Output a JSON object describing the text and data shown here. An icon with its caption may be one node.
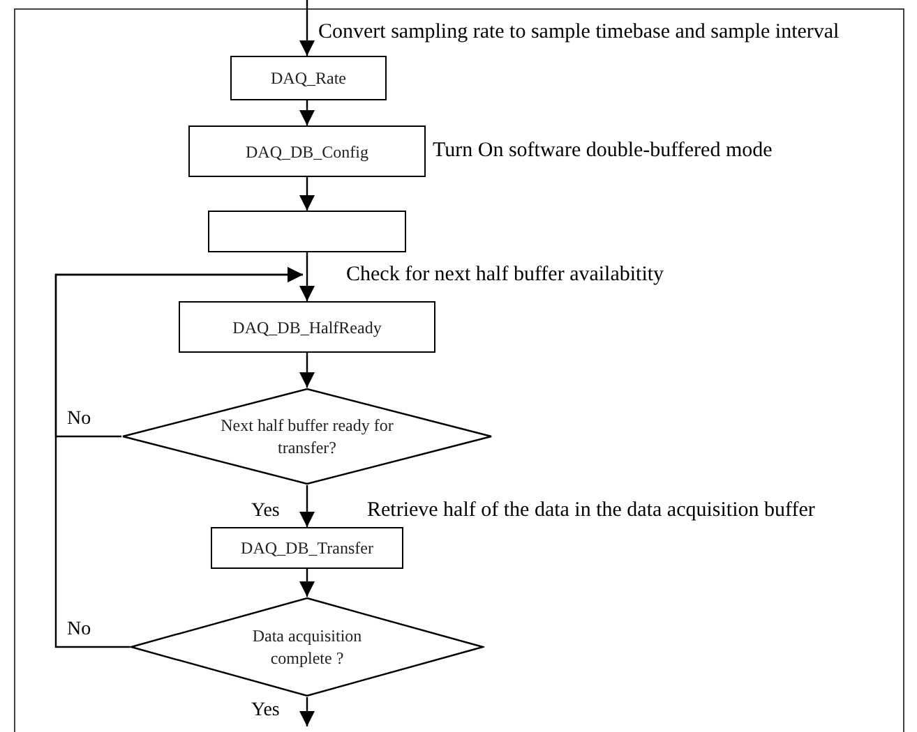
{
  "diagram": {
    "nodes": [
      {
        "text": [
          "DAQ_Rate"
        ],
        "beside": [
          "Convert sampling rate to sample timebase and sample interval"
        ]
      },
      {
        "text": [
          "DAQ_DB_Config"
        ],
        "beside": [
          "Turn On software double-buffered mode"
        ]
      },
      {
        "text": [],
        "shape": "box"
      },
      {
        "text": [
          "DAQ_DB_HalfReady"
        ],
        "beside": [
          "Check for next half buffer availabitity"
        ]
      },
      {
        "text": [
          "Next half buffer ready for transfer?"
        ]
      },
      {
        "text": [
          "DAQ_DB_Transfer"
        ],
        "beside": [
          "Retrieve half of the data in the data acquisition buffer"
        ]
      },
      {
        "text": [
          "Data acquisition complete ?"
        ]
      }
    ],
    "edges": [
      {
        "from": null,
        "to": 0,
        "arrow": "to"
      },
      {
        "from": 0,
        "to": 1,
        "arrow": "to"
      },
      {
        "from": 1,
        "to": 2,
        "arrow": "to"
      },
      {
        "from": 2,
        "to": 3,
        "arrow": "to"
      },
      {
        "from": 3,
        "to": 4,
        "arrow": "to"
      },
      {
        "from": 4,
        "to": 5,
        "arrow": "to",
        "label": "Yes"
      },
      {
        "from": 4,
        "to": 3,
        "arrow": "to",
        "label": "No"
      },
      {
        "from": 5,
        "to": 6,
        "arrow": "to"
      },
      {
        "from": 6,
        "to": 3,
        "arrow": "to",
        "label": "No"
      },
      {
        "from": 6,
        "to": null,
        "arrow": "to",
        "label": "Yes"
      }
    ]
  }
}
